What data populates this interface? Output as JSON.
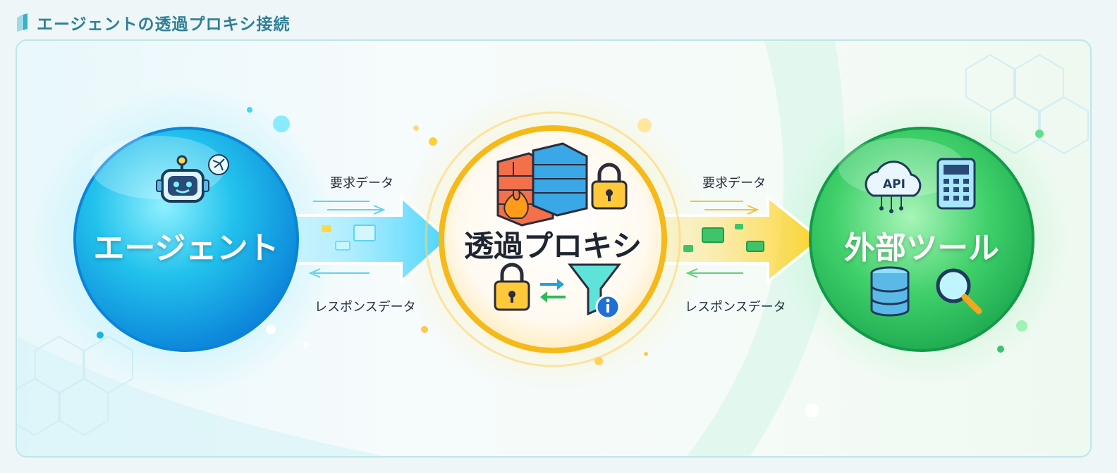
{
  "header": {
    "title": "エージェントの透過プロキシ接続"
  },
  "nodes": {
    "agent": {
      "title": "エージェント",
      "icon": "robot-icon"
    },
    "proxy": {
      "title": "透過プロキシ",
      "icons": [
        "firewall-icon",
        "lock-icon",
        "swap-arrows-icon",
        "filter-info-icon"
      ]
    },
    "tools": {
      "title": "外部ツール",
      "icons": [
        "api-cloud-icon",
        "calculator-icon",
        "database-icon",
        "search-icon"
      ],
      "api_label": "API"
    }
  },
  "flows": {
    "left": {
      "request_label": "要求データ",
      "response_label": "レスポンスデータ"
    },
    "right": {
      "request_label": "要求データ",
      "response_label": "レスポンスデータ"
    }
  },
  "colors": {
    "agent": "#1aa7e8",
    "proxy": "#f7c31a",
    "tools": "#2ec458",
    "header_text": "#2f7f96"
  }
}
